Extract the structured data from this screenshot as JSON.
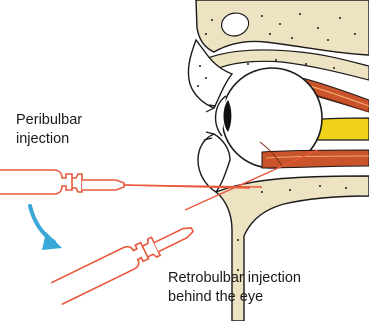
{
  "labels": {
    "peribulbar": {
      "line1": "Peribulbar",
      "line2": "injection"
    },
    "retrobulbar": {
      "line1": "Retrobulbar injection",
      "line2": "behind the eye"
    }
  },
  "colors": {
    "syringe": "#e8583c",
    "arrow": "#3aa7d9",
    "bone_fill": "#ede2c2",
    "outline": "#1a1a1a",
    "muscle": "#b8431f",
    "nerve": "#f1d21b",
    "iris": "#111111"
  }
}
